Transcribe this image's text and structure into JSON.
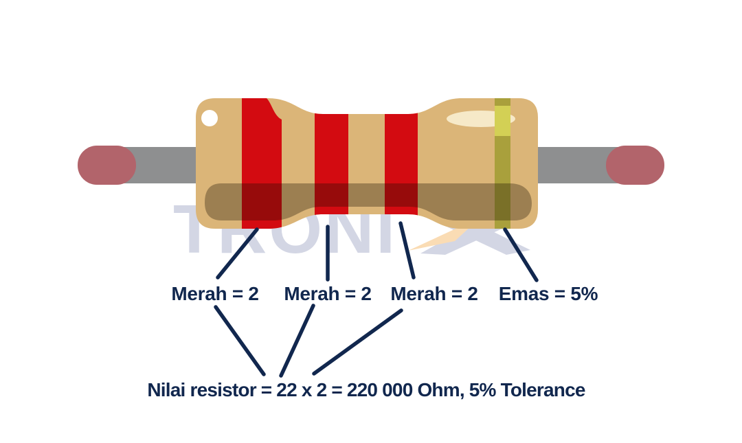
{
  "watermark": {
    "text": "TRONI",
    "letter_color": "#d3d6e4",
    "accent_color": "#fadcb4"
  },
  "resistor": {
    "bands": [
      {
        "label": "Merah = 2",
        "color_name": "merah",
        "hex": "#d30b11"
      },
      {
        "label": "Merah = 2",
        "color_name": "merah",
        "hex": "#d30b11"
      },
      {
        "label": "Merah = 2",
        "color_name": "merah",
        "hex": "#d30b11"
      },
      {
        "label": "Emas = 5%",
        "color_name": "emas",
        "hex": "#a9a03c"
      }
    ],
    "colors": {
      "body": "#dbb578",
      "lead": "#8e8f90",
      "lead_tip": "#b2646b",
      "label_navy": "#11274e"
    }
  },
  "result_text": "Nilai resistor = 22 x 2 = 220 000 Ohm, 5% Tolerance"
}
